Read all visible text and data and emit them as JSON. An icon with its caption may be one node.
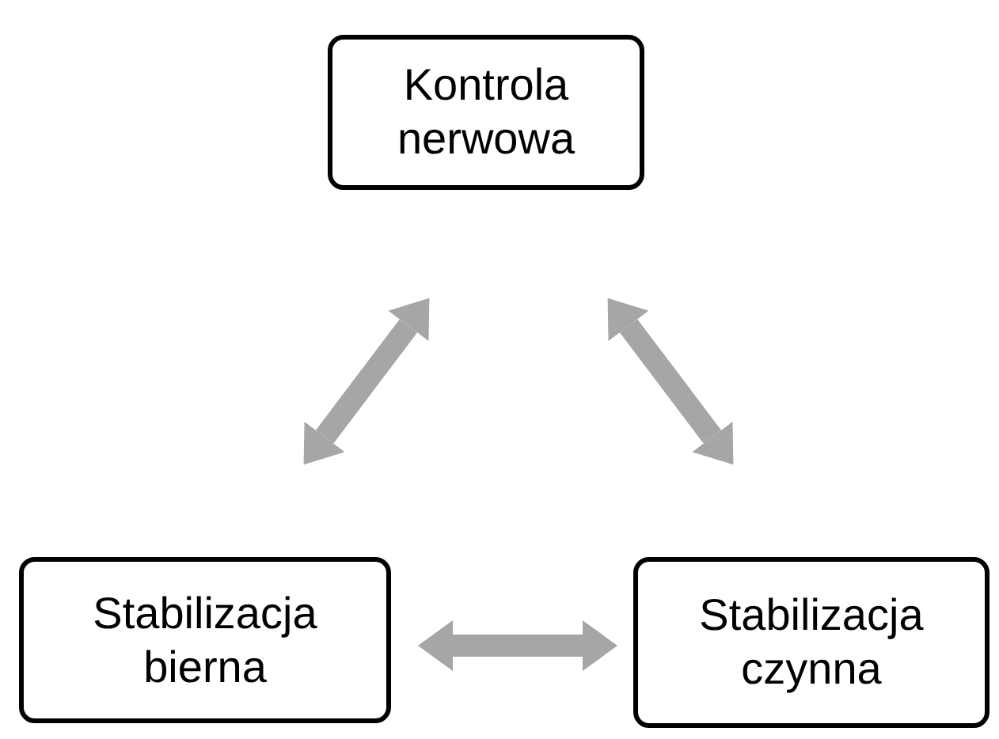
{
  "diagram": {
    "nodes": [
      {
        "text": [
          "Kontrola nerwowa"
        ]
      },
      {
        "text": [
          "Stabilizacja bierna"
        ]
      },
      {
        "text": [
          "Stabilizacja czynna"
        ]
      }
    ],
    "edges": [
      {
        "from": 1,
        "to": 0,
        "arrow": "both"
      },
      {
        "from": 0,
        "to": 2,
        "arrow": "both"
      },
      {
        "from": 1,
        "to": 2,
        "arrow": "both"
      }
    ]
  }
}
